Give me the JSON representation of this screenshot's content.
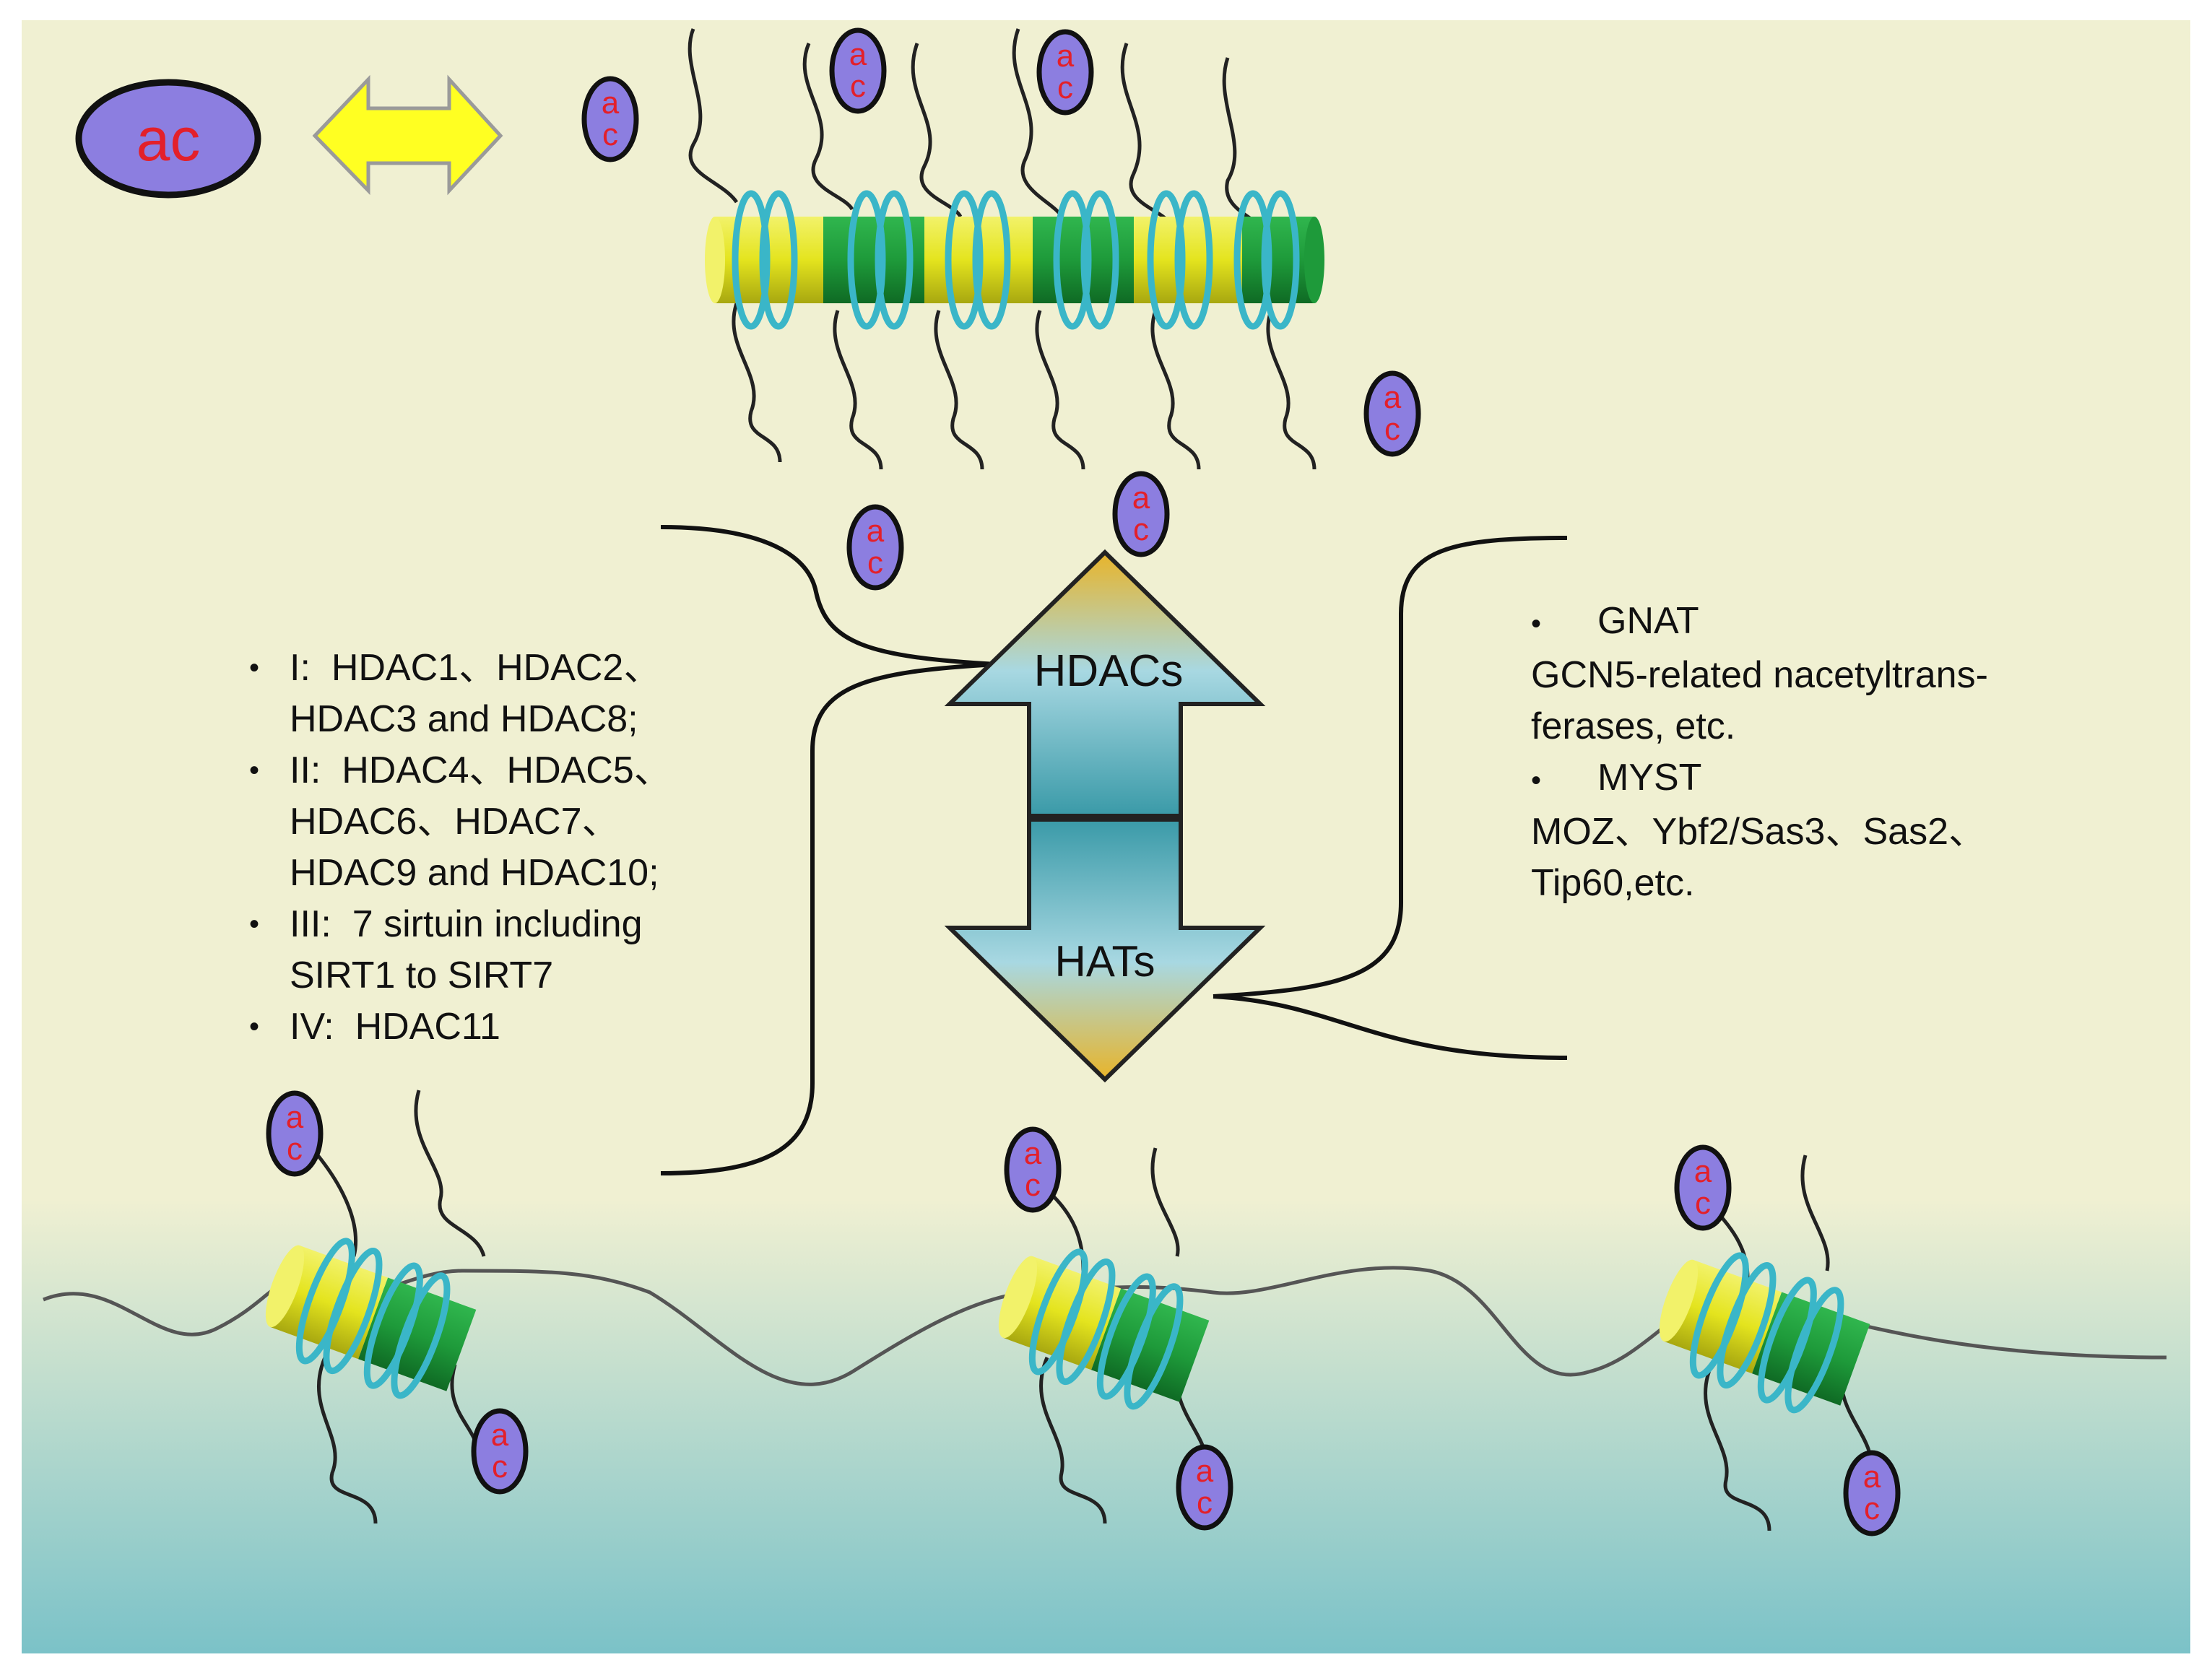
{
  "figure": {
    "background": "#f0f0d2",
    "bottom_gradient": [
      "#f0f0d2",
      "#7bc2c8"
    ],
    "histone_yellow": "#e4e41e",
    "histone_green": "#1e9a3a",
    "dna_coil": "#3ab6c8",
    "acetyl_fill": "#8c7ee0",
    "acetyl_text_color": "#e3202a",
    "exchange_arrow_fill": "#ffff22"
  },
  "legend": {
    "acetyl_label": "ac"
  },
  "acetyl_group": {
    "letters": [
      "a",
      "c"
    ]
  },
  "arrow": {
    "top_label": "HDACs",
    "bottom_label": "HATs",
    "gradient_top": "#e8b42a",
    "gradient_mid": "#a8d8e2",
    "gradient_dark": "#3a9aa8"
  },
  "hdac_classes": [
    {
      "label": "I:",
      "lines": [
        "HDAC1、HDAC2、",
        "HDAC3 and HDAC8;"
      ]
    },
    {
      "label": "II:",
      "lines": [
        "HDAC4、HDAC5、",
        "HDAC6、HDAC7、",
        "HDAC9 and HDAC10;"
      ]
    },
    {
      "label": "III:",
      "lines": [
        "7 sirtuin including",
        "SIRT1 to SIRT7"
      ]
    },
    {
      "label": "IV:",
      "lines": [
        "HDAC11"
      ]
    }
  ],
  "hat_families": [
    {
      "name": "GNAT",
      "lines": [
        "GCN5-related nacetyltrans-",
        "ferases, etc."
      ]
    },
    {
      "name": "MYST",
      "lines": [
        "MOZ、Ybf2/Sas3、Sas2、",
        "Tip60,etc."
      ]
    }
  ]
}
